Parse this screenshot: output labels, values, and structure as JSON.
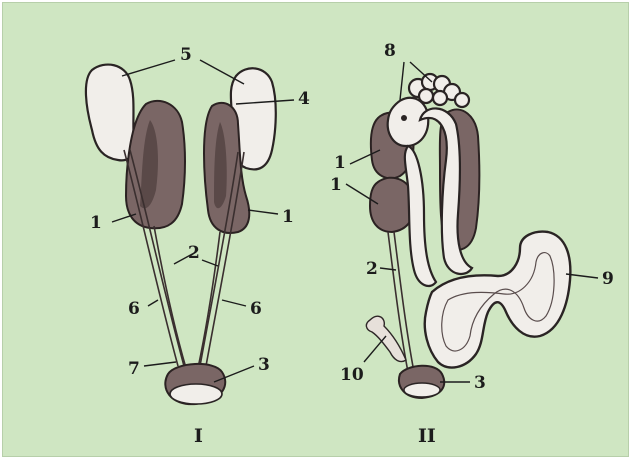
{
  "figure": {
    "panels": [
      {
        "numeral": "I",
        "labels": [
          "5",
          "4",
          "1",
          "1",
          "2",
          "6",
          "6",
          "7",
          "3"
        ]
      },
      {
        "numeral": "II",
        "labels": [
          "8",
          "1",
          "1",
          "2",
          "9",
          "10",
          "3"
        ]
      }
    ]
  },
  "colors": {
    "background": "#cfe6c2",
    "organ_dark": "#7a6665",
    "organ_light": "#f1eeea"
  }
}
